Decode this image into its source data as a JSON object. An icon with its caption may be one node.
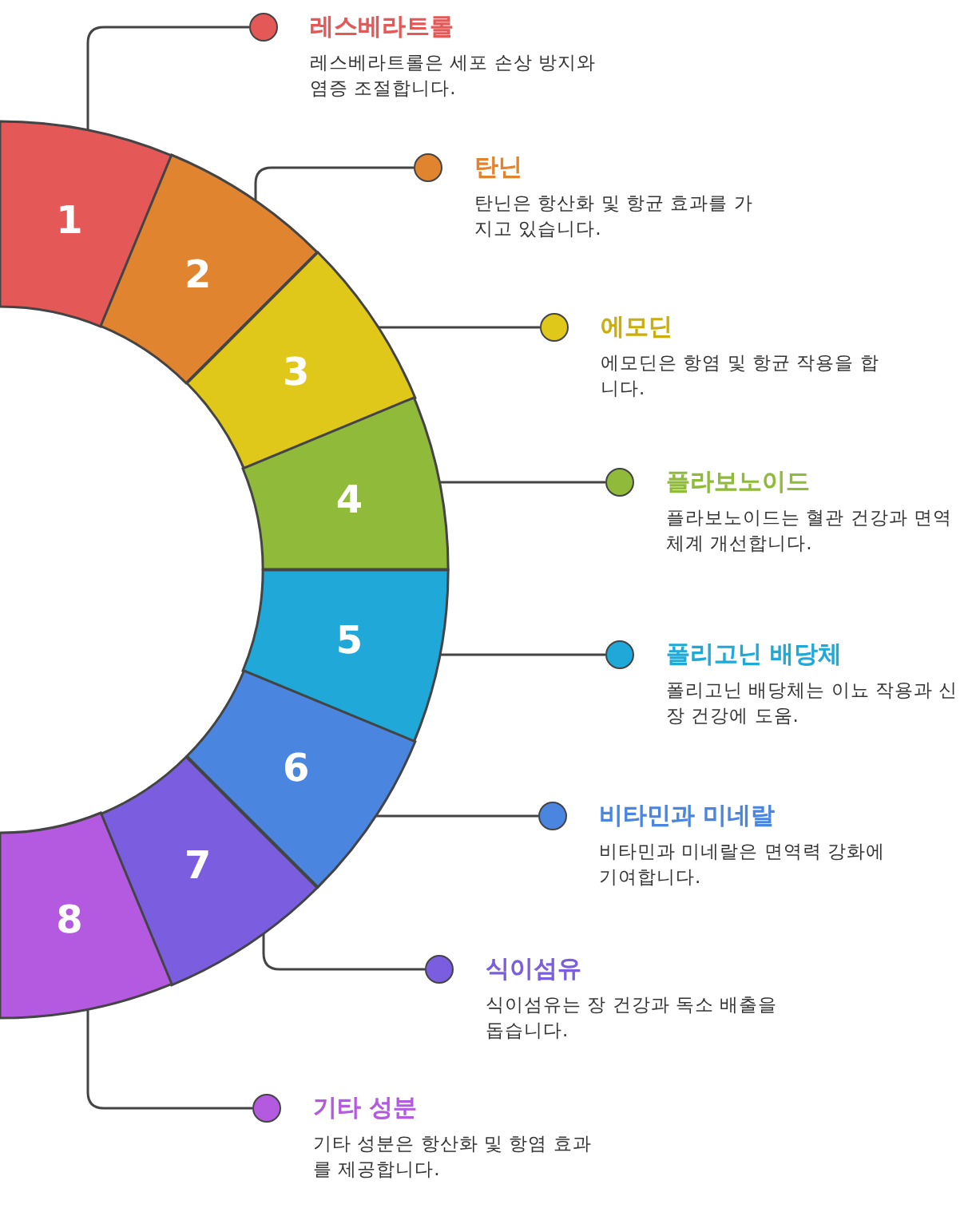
{
  "diagram": {
    "nodes": [
      {
        "text": [
          "1"
        ]
      },
      {
        "text": [
          "2"
        ]
      },
      {
        "text": [
          "3"
        ]
      },
      {
        "text": [
          "4"
        ]
      },
      {
        "text": [
          "5"
        ]
      },
      {
        "text": [
          "6"
        ]
      },
      {
        "text": [
          "7"
        ]
      },
      {
        "text": [
          "8"
        ]
      },
      {
        "text": [],
        "shape": "circle",
        "beside": [
          "레스베라트롤",
          "레스베라트롤은 세포 손상 방지와 염증 조절합니다."
        ]
      },
      {
        "text": [],
        "shape": "circle",
        "beside": [
          "탄닌",
          "탄닌은 항산화 및 항균 효과를 가지고 있습니다."
        ]
      },
      {
        "text": [],
        "shape": "circle",
        "beside": [
          "에모딘",
          "에모딘은 항염 및 항균 작용을 합니다."
        ]
      },
      {
        "text": [],
        "shape": "circle",
        "beside": [
          "플라보노이드",
          "플라보노이드는 혈관 건강과 면역 체계 개선합니다."
        ]
      },
      {
        "text": [],
        "shape": "circle",
        "beside": [
          "폴리고닌 배당체",
          "폴리고닌 배당체는 이뇨 작용과 신장 건강에 도움."
        ]
      },
      {
        "text": [],
        "shape": "circle",
        "beside": [
          "비타민과 미네랄",
          "비타민과 미네랄은 면역력 강화에 기여합니다."
        ]
      },
      {
        "text": [],
        "shape": "circle",
        "beside": [
          "식이섬유",
          "식이섬유는 장 건강과 독소 배출을 돕습니다."
        ]
      },
      {
        "text": [],
        "shape": "circle",
        "beside": [
          "기타 성분",
          "기타 성분은 항산화 및 항염 효과를 제공합니다."
        ]
      }
    ],
    "edges": [
      {
        "from": 0,
        "to": 8,
        "arrow": "none"
      },
      {
        "from": 1,
        "to": 9,
        "arrow": "none"
      },
      {
        "from": 2,
        "to": 10,
        "arrow": "none"
      },
      {
        "from": 3,
        "to": 11,
        "arrow": "none"
      },
      {
        "from": 4,
        "to": 12,
        "arrow": "none"
      },
      {
        "from": 5,
        "to": 13,
        "arrow": "none"
      },
      {
        "from": 6,
        "to": 14,
        "arrow": "none"
      },
      {
        "from": 7,
        "to": 15,
        "arrow": "none"
      }
    ]
  }
}
